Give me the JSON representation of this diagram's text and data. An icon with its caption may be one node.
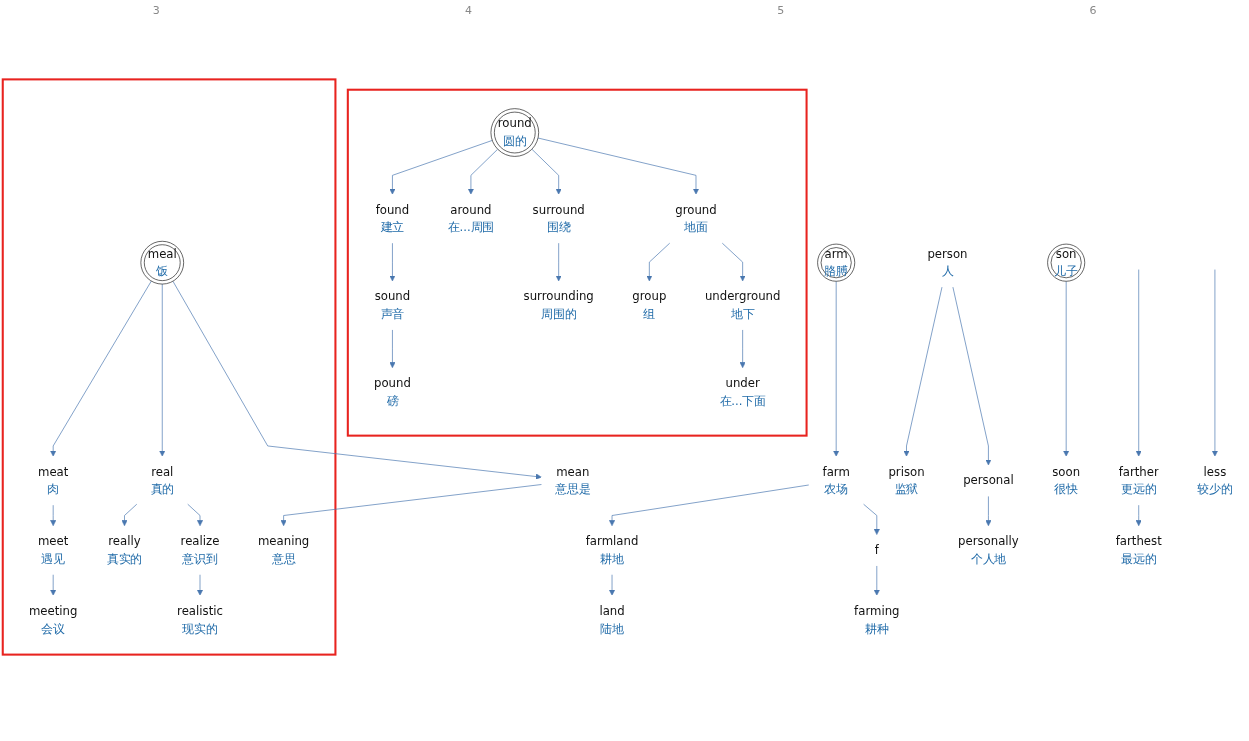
{
  "diagram": {
    "nodes": [
      {
        "text": [],
        "shape": "box"
      },
      {
        "text": [
          "round",
          "圆的"
        ],
        "in": 0
      },
      {
        "text": [
          "pound",
          "磅"
        ],
        "in": 0
      },
      {
        "text": [
          "sound",
          "声音"
        ],
        "in": 0
      },
      {
        "text": [
          "found",
          "建立"
        ],
        "in": 0
      },
      {
        "text": [
          "ground",
          "地面"
        ],
        "in": 0
      },
      {
        "text": [
          "group",
          "组"
        ],
        "in": 0
      },
      {
        "text": [
          "under",
          "在...下面"
        ],
        "in": 0
      },
      {
        "text": [
          "underground",
          "地下"
        ],
        "in": 0
      },
      {
        "text": [
          "surrounding",
          "周围的"
        ],
        "in": 0
      },
      {
        "text": [
          "around",
          "在...周围"
        ],
        "in": 0
      },
      {
        "text": [
          "surround",
          "围绕"
        ],
        "in": 0
      },
      {
        "text": [],
        "shape": "box"
      },
      {
        "text": [
          "meeting",
          "会议"
        ],
        "in": 12
      },
      {
        "text": [
          "really",
          "真实的"
        ],
        "in": 12
      },
      {
        "text": [
          "real",
          "真的"
        ],
        "in": 12
      },
      {
        "text": [
          "realistic",
          "现实的"
        ],
        "in": 12
      },
      {
        "text": [
          "meet",
          "遇见"
        ],
        "in": 12
      },
      {
        "text": [
          "meal",
          "饭"
        ],
        "in": 12
      },
      {
        "text": [
          "realize",
          "意识到"
        ],
        "in": 12
      },
      {
        "text": [
          "meat",
          "肉"
        ],
        "in": 12
      },
      {
        "text": [
          "meaning",
          "意思"
        ],
        "in": 12
      },
      {
        "text": [
          "mean",
          "意思是"
        ]
      },
      {
        "text": [
          "farthest",
          "最远的"
        ]
      },
      {
        "text": [
          "land",
          "陆地"
        ]
      },
      {
        "text": [
          "farmland",
          "耕地"
        ]
      },
      {
        "text": [
          "farther",
          "更远的"
        ]
      },
      {
        "text": [
          "farm",
          "农场"
        ]
      },
      {
        "text": [
          "farming",
          "耕种"
        ]
      },
      {
        "text": [
          "arm",
          "胳膊"
        ]
      },
      {
        "text": [
          "f"
        ]
      },
      {
        "text": [
          "prison",
          "监狱"
        ]
      },
      {
        "text": [
          "soon",
          "很快"
        ]
      },
      {
        "text": [
          "personally",
          "个人地"
        ]
      },
      {
        "text": [
          "person",
          "人"
        ]
      },
      {
        "text": [
          "less",
          "较少的"
        ]
      },
      {
        "text": [
          "son",
          "儿子"
        ]
      },
      {
        "text": [
          "personal"
        ]
      }
    ],
    "edges": [
      {
        "from": 4,
        "to": 3,
        "arrow": "to"
      },
      {
        "from": 3,
        "to": 2,
        "arrow": "to"
      },
      {
        "from": 1,
        "to": 4,
        "arrow": "to"
      },
      {
        "from": 1,
        "to": 10,
        "arrow": "to"
      },
      {
        "from": 1,
        "to": 11,
        "arrow": "to"
      },
      {
        "from": 11,
        "to": 9,
        "arrow": "to"
      },
      {
        "from": 1,
        "to": 5,
        "arrow": "to"
      },
      {
        "from": 5,
        "to": 6,
        "arrow": "to"
      },
      {
        "from": 5,
        "to": 8,
        "arrow": "to"
      },
      {
        "from": 8,
        "to": 7,
        "arrow": "to"
      },
      {
        "from": 20,
        "to": 17,
        "arrow": "to"
      },
      {
        "from": 17,
        "to": 13,
        "arrow": "to"
      },
      {
        "from": 18,
        "to": 20,
        "arrow": "to"
      },
      {
        "from": 18,
        "to": 15,
        "arrow": "to"
      },
      {
        "from": 15,
        "to": 14,
        "arrow": "to"
      },
      {
        "from": 15,
        "to": 19,
        "arrow": "to"
      },
      {
        "from": 19,
        "to": 16,
        "arrow": "to"
      },
      {
        "from": 18,
        "to": 22,
        "arrow": "to"
      },
      {
        "from": 22,
        "to": 21,
        "arrow": "to"
      },
      {
        "from": null,
        "to": 26,
        "arrow": "to"
      },
      {
        "from": 26,
        "to": 23,
        "arrow": "to"
      },
      {
        "from": 29,
        "to": 27,
        "arrow": "to"
      },
      {
        "from": 27,
        "to": 25,
        "arrow": "to"
      },
      {
        "from": 25,
        "to": 24,
        "arrow": "to"
      },
      {
        "from": 27,
        "to": 30,
        "arrow": "to"
      },
      {
        "from": 30,
        "to": 28,
        "arrow": "to"
      },
      {
        "from": null,
        "to": 35,
        "arrow": "to"
      },
      {
        "from": 36,
        "to": 32,
        "arrow": "to"
      },
      {
        "from": 34,
        "to": 31,
        "arrow": "to"
      },
      {
        "from": 34,
        "to": 37,
        "arrow": "to"
      },
      {
        "from": 37,
        "to": 33,
        "arrow": "to"
      }
    ],
    "labels": [
      "3",
      "4",
      "5",
      "6"
    ]
  }
}
